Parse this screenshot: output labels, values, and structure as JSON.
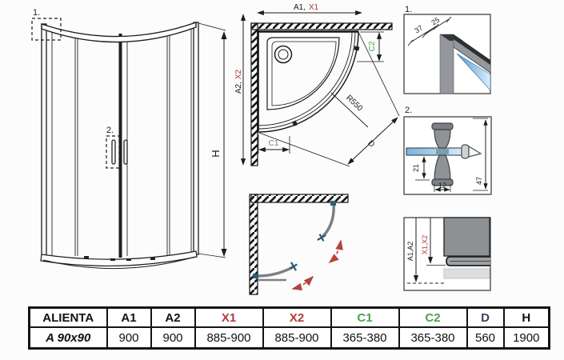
{
  "colors": {
    "line": "#1c1c1c",
    "dim_red": "#a93838",
    "dim_green": "#4ea04e",
    "dim_purple": "#4a3a5e",
    "profile_gray": "#94989c",
    "profile_dark": "#2f3234",
    "glass_blue": "#5f9fd6",
    "glass_blue_light": "#dcEFfb",
    "swing_arrow_red": "#b5443a",
    "handle_marker_blue": "#2f5d76"
  },
  "front_view": {
    "callout_1": "1.",
    "callout_2": "2.",
    "dim_height": "H"
  },
  "plan_view": {
    "dim_a1": "A1,",
    "dim_x1": "X1",
    "dim_a2": "A2,",
    "dim_x2": "X2",
    "dim_c1": "C1",
    "dim_c2": "C2",
    "radius": "R550",
    "dim_d": "D"
  },
  "detail_1": {
    "callout": "1.",
    "dim_top": "25",
    "dim_side": "37"
  },
  "detail_2": {
    "callout": "2.",
    "dim_left": "21",
    "dim_bottom": "12",
    "dim_right": "47"
  },
  "detail_3": {
    "dim_black": "A1,A2",
    "dim_red": "X1,X2"
  },
  "table": {
    "headers": [
      "ALIENTA",
      "A1",
      "A2",
      "X1",
      "X2",
      "C1",
      "C2",
      "D",
      "H"
    ],
    "row_label": "A 90x90",
    "row_values": [
      "900",
      "900",
      "885-900",
      "885-900",
      "365-380",
      "365-380",
      "560",
      "1900"
    ]
  }
}
